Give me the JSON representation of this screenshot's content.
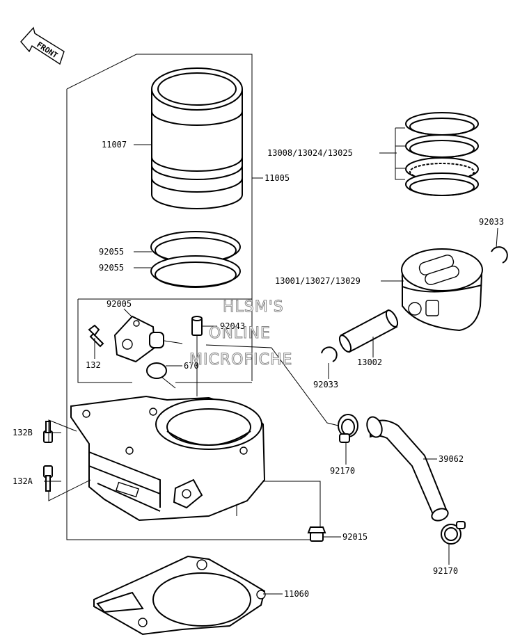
{
  "front_label": "FRONT",
  "watermark": [
    "HLSM'S",
    "ONLINE",
    "MICROFICHE"
  ],
  "parts": {
    "p11007": "11007",
    "p11005": "11005",
    "p13008": "13008/13024/13025",
    "p92033a": "92033",
    "p92055a": "92055",
    "p92055b": "92055",
    "p13001": "13001/13027/13029",
    "p92005": "92005",
    "p92043": "92043",
    "p132": "132",
    "p670": "670",
    "p13002": "13002",
    "p92033b": "92033",
    "p132b": "132B",
    "p132a": "132A",
    "p92170a": "92170",
    "p39062": "39062",
    "p92015": "92015",
    "p92170b": "92170",
    "p11060": "11060"
  }
}
